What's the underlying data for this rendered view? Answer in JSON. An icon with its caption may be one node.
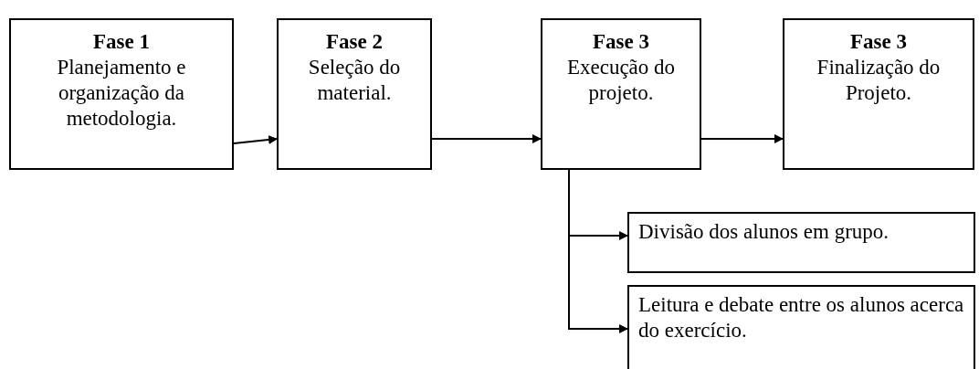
{
  "diagram": {
    "nodes": [
      {
        "text": [
          "Fase 1",
          "Planejamento e organização da metodologia."
        ]
      },
      {
        "text": [
          "Fase 2",
          "Seleção do material."
        ]
      },
      {
        "text": [
          "Fase 3",
          "Execução do projeto."
        ]
      },
      {
        "text": [
          "Fase 3",
          "Finalização do Projeto."
        ]
      },
      {
        "text": [
          "Divisão dos alunos em grupo."
        ]
      },
      {
        "text": [
          "Leitura e debate entre os alunos acerca do exercício."
        ]
      }
    ],
    "edges": [
      {
        "from": 0,
        "to": 1,
        "arrow": "to"
      },
      {
        "from": 1,
        "to": 2,
        "arrow": "to"
      },
      {
        "from": 2,
        "to": 3,
        "arrow": "to"
      },
      {
        "from": 2,
        "to": 4,
        "arrow": "to"
      },
      {
        "from": 2,
        "to": 5,
        "arrow": "to"
      }
    ]
  }
}
